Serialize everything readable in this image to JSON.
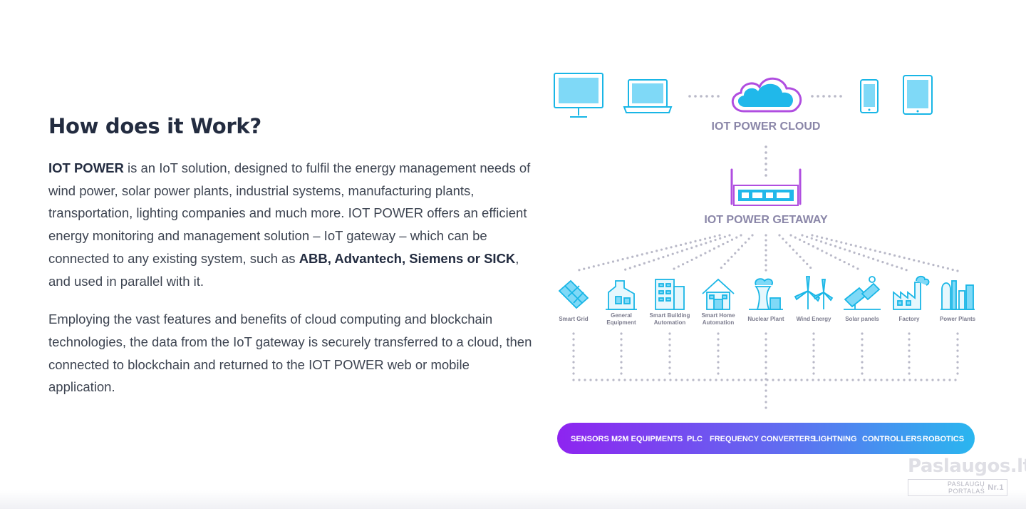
{
  "section": {
    "heading": "How does it Work?",
    "paragraph1": {
      "brand": "IOT POWER",
      "text_a": " is an IoT solution, designed to fulfil the energy management needs of wind power, solar power plants, industrial systems, manufacturing plants, transportation, lighting companies and much more. IOT POWER offers an efficient energy monitoring and management solution – IoT gateway – which can be connected to any existing system, such as ",
      "systems": "ABB, Advantech, Siemens or SICK",
      "text_b": ", and used in parallel with it."
    },
    "paragraph2": "Employing the vast features and benefits of cloud computing and blockchain technologies, the data from the IoT gateway is securely transferred to a cloud, then connected to blockchain and returned to the IOT POWER web or mobile application."
  },
  "diagram": {
    "cloud_label": "IOT POWER CLOUD",
    "gateway_label": "IOT POWER GETAWAY",
    "categories": [
      {
        "label_lines": [
          "Smart Grid"
        ],
        "icon": "solar-grid-icon"
      },
      {
        "label_lines": [
          "General",
          "Equipment"
        ],
        "icon": "equipment-icon"
      },
      {
        "label_lines": [
          "Smart Building",
          "Automation"
        ],
        "icon": "building-icon"
      },
      {
        "label_lines": [
          "Smart Home",
          "Automation"
        ],
        "icon": "home-icon"
      },
      {
        "label_lines": [
          "Nuclear Plant"
        ],
        "icon": "nuclear-plant-icon"
      },
      {
        "label_lines": [
          "Wind Energy"
        ],
        "icon": "wind-turbine-icon"
      },
      {
        "label_lines": [
          "Solar panels"
        ],
        "icon": "solar-panel-icon"
      },
      {
        "label_lines": [
          "Factory"
        ],
        "icon": "factory-icon"
      },
      {
        "label_lines": [
          "Power Plants"
        ],
        "icon": "power-plant-icon"
      }
    ],
    "bar_items": [
      "SENSORS",
      "M2M EQUIPMENTS",
      "PLC",
      "FREQUENCY CONVERTERS",
      "LIGHTNING",
      "CONTROLLERS",
      "ROBOTICS"
    ],
    "colors": {
      "icon_stroke": "#19b6e6",
      "icon_fill": "#7fd9f7",
      "cloud_outline": "#b04ee0",
      "dots": "#b9b9c8",
      "bar_start": "#8e24f0",
      "bar_end": "#2ab6ef"
    }
  },
  "watermark": {
    "brand": "Paslaugos.lt",
    "sub": "PASLAUGŲ PORTALAS",
    "nr": "Nr.1"
  }
}
